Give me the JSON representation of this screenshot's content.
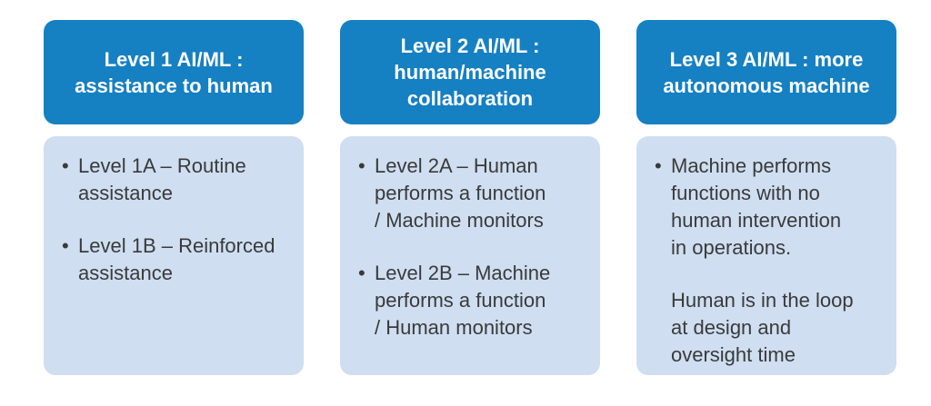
{
  "figure": {
    "title_semantic": "AI/ML autonomy levels diagram",
    "bullet_glyph": "•",
    "colors": {
      "background": "#FFFFFF",
      "header_bg": "#1580C2",
      "header_text": "#FFFFFF",
      "body_bg": "#CFDEF1",
      "body_text": "#3A3A3A"
    },
    "columns": [
      {
        "header": "Level 1 AI/ML :\nassistance to human",
        "items": [
          {
            "bulleted": true,
            "text": "Level 1A – Routine\nassistance"
          },
          {
            "bulleted": true,
            "text": "Level 1B – Reinforced\nassistance"
          }
        ]
      },
      {
        "header": "Level 2 AI/ML :\nhuman/machine\ncollaboration",
        "items": [
          {
            "bulleted": true,
            "text": "Level 2A – Human\nperforms a function\n/ Machine monitors"
          },
          {
            "bulleted": true,
            "text": "Level 2B – Machine\nperforms a function\n/ Human monitors"
          }
        ]
      },
      {
        "header": "Level 3 AI/ML : more\nautonomous machine",
        "items": [
          {
            "bulleted": true,
            "text": "Machine performs\nfunctions with no\nhuman intervention\nin operations."
          },
          {
            "bulleted": false,
            "text": "Human is in the loop\nat design and\noversight time"
          }
        ]
      }
    ]
  }
}
